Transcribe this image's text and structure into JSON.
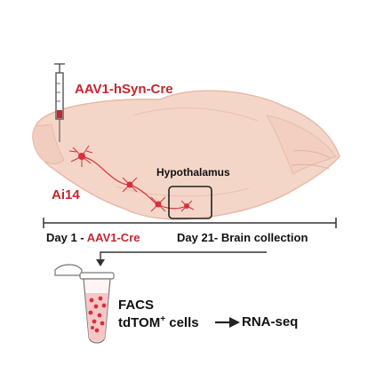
{
  "labels": {
    "virus": "AAV1-hSyn-Cre",
    "mouse_line": "Ai14",
    "region": "Hypothalamus"
  },
  "timeline": {
    "day1_prefix": "Day 1 - ",
    "day1_virus": "AAV1-Cre",
    "day21": "Day 21- Brain collection"
  },
  "downstream": {
    "method": "FACS",
    "cells_prefix": "tdTOM",
    "cells_superscript": "+",
    "cells_suffix": " cells",
    "output": "RNA-seq"
  },
  "colors": {
    "accent_red": "#c8252c",
    "brain_fill": "#f4d6c9",
    "brain_outline": "#e8b9a6",
    "neuron_red": "#d9303a",
    "tube_pink": "#f6c7c7"
  },
  "icons": [
    "syringe-icon",
    "brain-illustration",
    "neuron-icon",
    "region-box",
    "tube-icon",
    "arrow-icon"
  ]
}
